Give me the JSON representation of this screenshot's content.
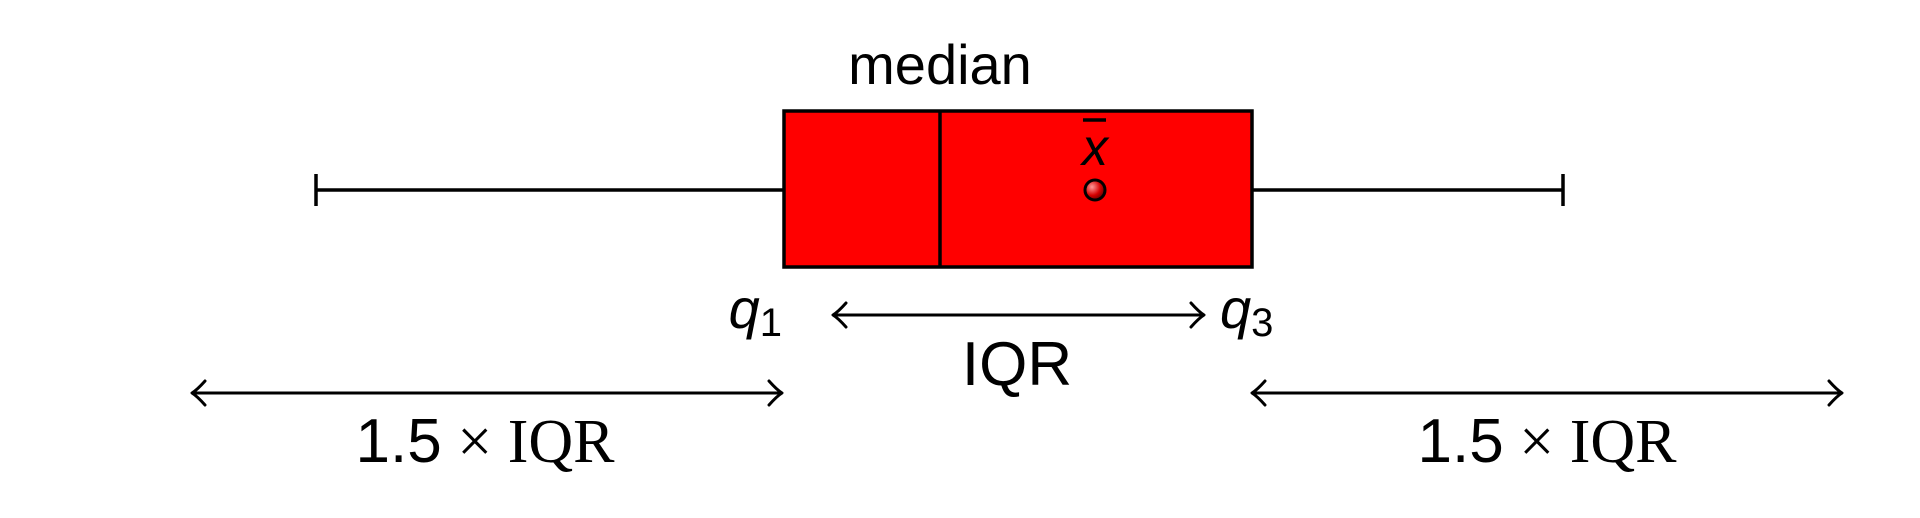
{
  "labels": {
    "median": "median",
    "mean_symbol": "x",
    "q1_letter": "q",
    "q1_sub": "1",
    "q3_letter": "q",
    "q3_sub": "3",
    "iqr": "IQR",
    "left_range_num": "1.5",
    "left_range_op": "×",
    "left_range_unit": "IQR",
    "right_range_num": "1.5",
    "right_range_op": "×",
    "right_range_unit": "IQR"
  },
  "colors": {
    "box_fill": "#ff0000",
    "stroke": "#000000",
    "mean_point": "#cc0000"
  }
}
